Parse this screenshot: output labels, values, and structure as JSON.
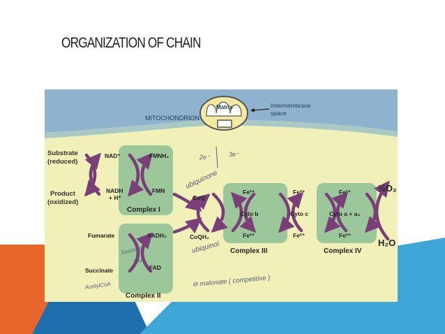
{
  "slide": {
    "title": "ORGANIZATION OF CHAIN"
  },
  "colors": {
    "corner_orange": "#e8652c",
    "corner_blue_dark": "#1f6fae",
    "corner_blue_light": "#3fa6d8",
    "banner_blue": "#8fb3cf",
    "figure_bg": "#f0f0b8",
    "complex_green": "#9bc79a",
    "arrow_purple": "#7a3e78"
  },
  "banner": {
    "mitochondrion_label": "MITOCHONDRION",
    "matrix_label": "Matrix",
    "intermembrane_label_1": "Intermembrane",
    "intermembrane_label_2": "space"
  },
  "left_labels": {
    "substrate_1": "Substrate",
    "substrate_2": "(reduced)",
    "product_1": "Product",
    "product_2": "(oxidized)"
  },
  "complex1": {
    "name": "Complex I",
    "nad_plus": "NAD⁺",
    "nadh_1": "NADH",
    "nadh_2": "+ H⁺",
    "fmnh2": "FMNH₂",
    "fmn": "FMN"
  },
  "complex2": {
    "name": "Complex II",
    "fumarate": "Fumarate",
    "succinate": "Succinate",
    "fadh2": "FADH₂",
    "fad": "FAD"
  },
  "coq": {
    "coq": "CoQ",
    "coqh2": "CoQH₂"
  },
  "complex3": {
    "name": "Complex III",
    "fe2": "Fe²⁺",
    "fe3": "Fe³⁺",
    "cyto": "Cyto b"
  },
  "cytoc": {
    "fe3": "Fe³⁺",
    "label": "Cyto c",
    "fe2": "Fe²⁺"
  },
  "complex4": {
    "name": "Complex IV",
    "fe2": "Fe²⁺",
    "fe3": "Fe³⁺",
    "cyto": "Cyto a + a₃"
  },
  "oxygen": {
    "o2": "½O₂",
    "h2o": "H₂O"
  },
  "handwriting": {
    "e2": "2e⁻",
    "e3": "3e⁻",
    "ubiquinone": "ubiquinone",
    "ubiquinol": "ubiquinol",
    "succinate_dh_1": "Succinate",
    "succinate_dh_2": "DH",
    "acetylcoa": "AcetylCoA",
    "malonate": "⊖ malonate ( competitive )"
  }
}
